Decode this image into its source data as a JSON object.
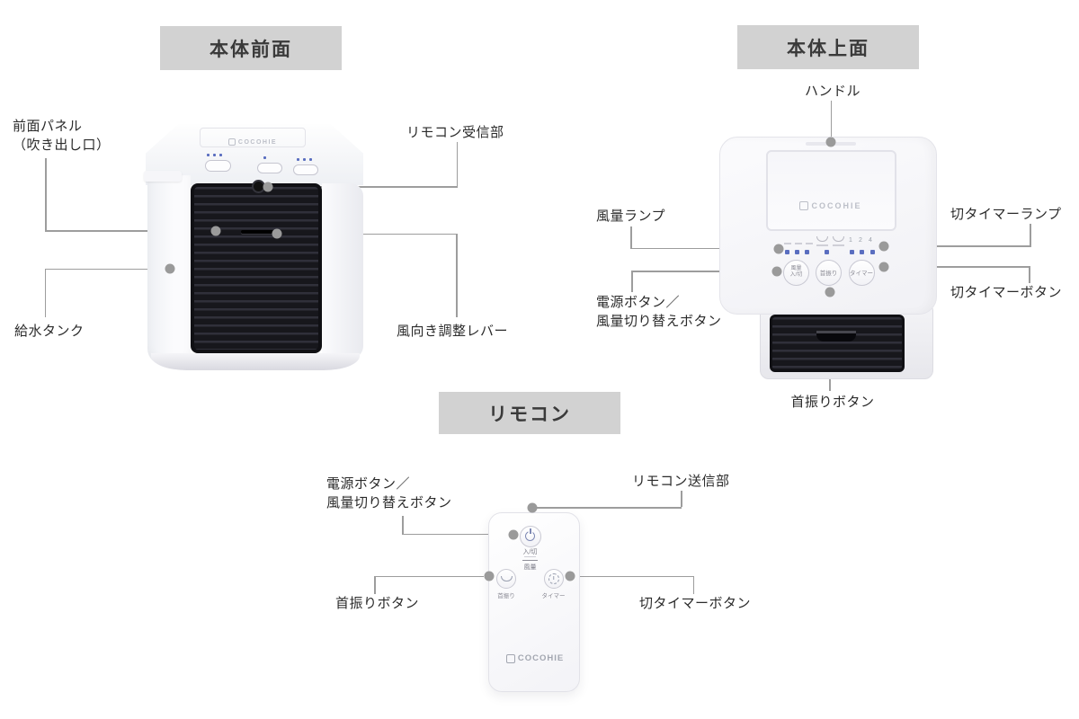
{
  "colors": {
    "header_bg": "#d2d2d2",
    "header_text": "#3a3a3a",
    "label_text": "#2b2b2b",
    "line_gray": "#9d9d9d",
    "led_blue": "#5a6ec0",
    "grille_black": "#17171c"
  },
  "brand": "COCOHIE",
  "front": {
    "header": "本体前面",
    "labels": {
      "panel": "前面パネル\n（吹き出し口）",
      "receiver": "リモコン受信部",
      "tank": "給水タンク",
      "louver": "風向き調整レバー"
    }
  },
  "top": {
    "header": "本体上面",
    "labels": {
      "handle": "ハンドル",
      "fan_lamp": "風量ランプ",
      "timer_lamp": "切タイマーランプ",
      "power": "電源ボタン／\n風量切り替えボタン",
      "timer_btn": "切タイマーボタン",
      "swing": "首振りボタン"
    },
    "panel": {
      "btn_power": "風量\n入/切",
      "btn_swing": "首振り",
      "btn_timer": "タイマー",
      "timer_scale": [
        "1",
        "2",
        "4"
      ]
    }
  },
  "remote": {
    "header": "リモコン",
    "labels": {
      "power": "電源ボタン／\n風量切り替えボタン",
      "transmitter": "リモコン送信部",
      "swing": "首振りボタン",
      "timer_btn": "切タイマーボタン"
    },
    "device": {
      "power_label": "入/切",
      "fan_label": "風量",
      "swing_label": "首振り",
      "timer_label": "タイマー"
    }
  }
}
